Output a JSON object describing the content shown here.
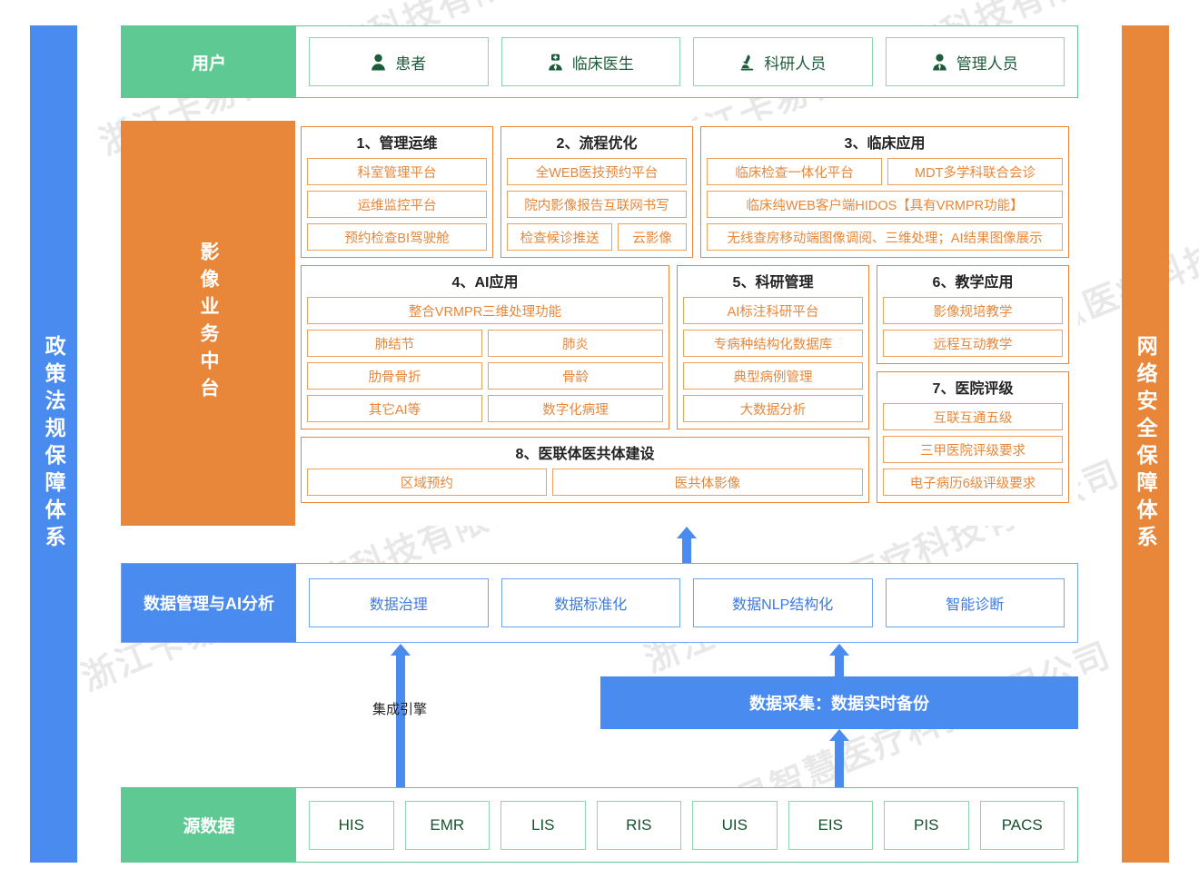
{
  "colors": {
    "green": "#5FC994",
    "green_border": "#8BD6AE",
    "orange": "#E8873A",
    "orange_border": "#F0A05A",
    "blue": "#4A8BF0",
    "blue_border": "#6FA3F5"
  },
  "watermark": {
    "text": "浙江卡易智慧医疗科技有限公司"
  },
  "sidebars": {
    "left": {
      "label": "政策法规保障体系"
    },
    "right": {
      "label": "网络安全保障体系"
    }
  },
  "user_row": {
    "label": "用户",
    "items": [
      {
        "label": "患者",
        "icon": "patient-icon"
      },
      {
        "label": "临床医生",
        "icon": "doctor-icon"
      },
      {
        "label": "科研人员",
        "icon": "microscope-icon"
      },
      {
        "label": "管理人员",
        "icon": "manager-icon"
      }
    ]
  },
  "middle_band": {
    "label": "影像业务中台",
    "groups": [
      {
        "title": "1、管理运维",
        "rows": [
          [
            "科室管理平台"
          ],
          [
            "运维监控平台"
          ],
          [
            "预约检查BI驾驶舱"
          ]
        ]
      },
      {
        "title": "2、流程优化",
        "rows": [
          [
            "全WEB医技预约平台"
          ],
          [
            "院内影像报告互联网书写"
          ],
          [
            "检查候诊推送",
            "云影像"
          ]
        ]
      },
      {
        "title": "3、临床应用",
        "rows": [
          [
            "临床检查一体化平台",
            "MDT多学科联合会诊"
          ],
          [
            "临床纯WEB客户端HIDOS【具有VRMPR功能】"
          ],
          [
            "无线查房移动端图像调阅、三维处理；AI结果图像展示"
          ]
        ]
      },
      {
        "title": "4、AI应用",
        "rows": [
          [
            "整合VRMPR三维处理功能"
          ],
          [
            "肺结节",
            "肺炎"
          ],
          [
            "肋骨骨折",
            "骨龄"
          ],
          [
            "其它AI等",
            "数字化病理"
          ]
        ]
      },
      {
        "title": "5、科研管理",
        "rows": [
          [
            "AI标注科研平台"
          ],
          [
            "专病种结构化数据库"
          ],
          [
            "典型病例管理"
          ],
          [
            "大数据分析"
          ]
        ]
      },
      {
        "title": "6、教学应用",
        "rows": [
          [
            "影像规培教学"
          ],
          [
            "远程互动教学"
          ]
        ]
      },
      {
        "title": "7、医院评级",
        "rows": [
          [
            "互联互通五级"
          ],
          [
            "三甲医院评级要求"
          ],
          [
            "电子病历6级评级要求"
          ]
        ]
      },
      {
        "title": "8、医联体医共体建设",
        "rows": [
          [
            "区域预约",
            "医共体影像"
          ]
        ]
      }
    ]
  },
  "data_row": {
    "label": "数据管理与AI分析",
    "items": [
      "数据治理",
      "数据标准化",
      "数据NLP结构化",
      "智能诊断"
    ]
  },
  "connectors": {
    "integration_engine": "集成引擎",
    "collection_bar": "数据采集：数据实时备份"
  },
  "source_row": {
    "label": "源数据",
    "items": [
      "HIS",
      "EMR",
      "LIS",
      "RIS",
      "UIS",
      "EIS",
      "PIS",
      "PACS"
    ]
  }
}
